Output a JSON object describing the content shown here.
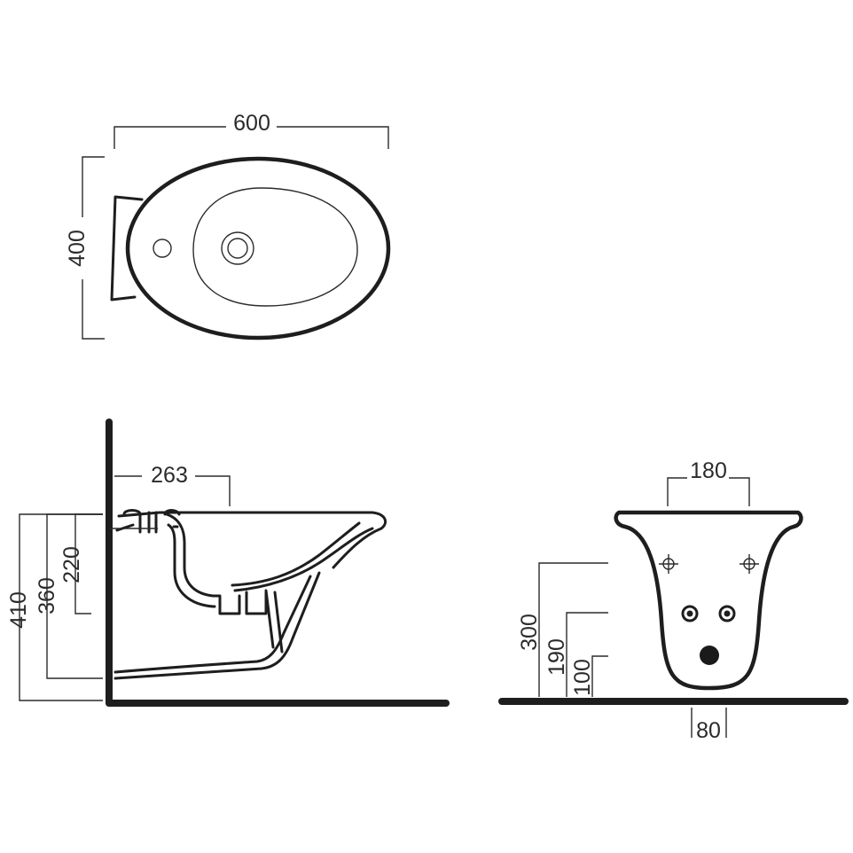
{
  "top_view": {
    "width_label": "600",
    "depth_label": "400"
  },
  "side_view": {
    "wall_offset_label": "263",
    "height_labels": [
      "410",
      "360",
      "220"
    ]
  },
  "front_view": {
    "width_label": "180",
    "height_labels": [
      "300",
      "190",
      "100"
    ],
    "base_label": "80"
  }
}
